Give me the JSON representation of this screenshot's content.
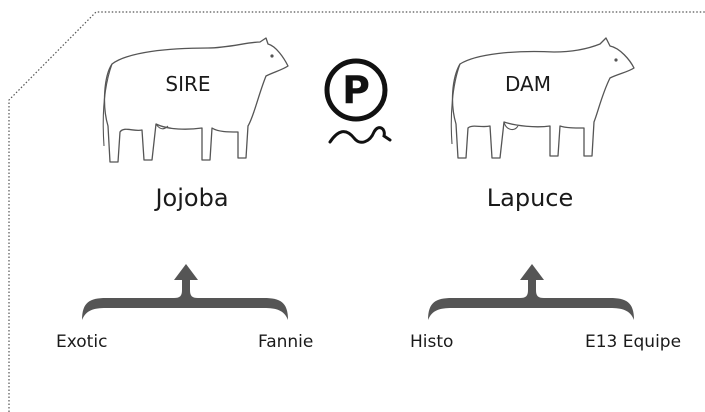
{
  "sire": {
    "label": "SIRE",
    "name": "Jojoba",
    "grandparents": [
      "Exotic",
      "Fannie"
    ]
  },
  "dam": {
    "label": "DAM",
    "name": "Lapuce",
    "grandparents": [
      "Histo",
      "E13 Equipe"
    ]
  },
  "polled_symbol": "P",
  "colors": {
    "outline": "#555555",
    "brace": "#555555",
    "text": "#1a1a1a",
    "frame": "#555555"
  }
}
